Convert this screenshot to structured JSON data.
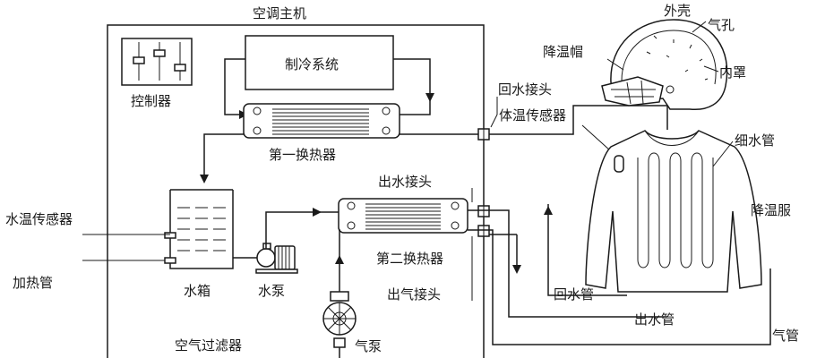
{
  "labels": {
    "main_unit": "空调主机",
    "refrigeration": "制冷系统",
    "controller": "控制器",
    "hx1": "第一换热器",
    "hx2": "第二换热器",
    "water_tank": "水箱",
    "water_pump": "水泵",
    "air_pump": "气泵",
    "air_filter": "空气过滤器",
    "water_temp_sensor": "水温传感器",
    "heating_pipe": "加热管",
    "return_joint": "回水接头",
    "outlet_joint": "出水接头",
    "air_joint": "出气接头",
    "body_temp_sensor": "体温传感器",
    "shell": "外壳",
    "air_hole": "气孔",
    "cooling_cap": "降温帽",
    "inner_cover": "内罩",
    "thin_pipe": "细水管",
    "cooling_suit": "降温服",
    "return_pipe": "回水管",
    "outlet_pipe": "出水管",
    "air_pipe": "气管"
  }
}
